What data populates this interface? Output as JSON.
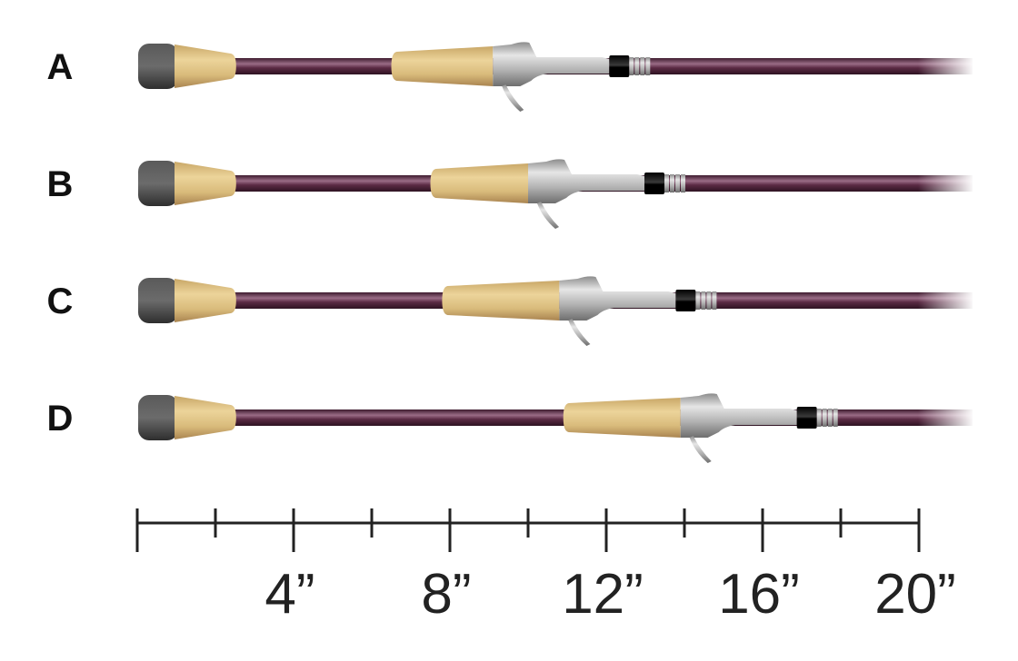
{
  "rods": [
    {
      "label": "A",
      "rear_grip_length_in": 1.6,
      "fore_grip_start_in": 6.5,
      "fore_grip_length_in": 2.6
    },
    {
      "label": "B",
      "rear_grip_length_in": 1.6,
      "fore_grip_start_in": 7.5,
      "fore_grip_length_in": 2.5
    },
    {
      "label": "C",
      "rear_grip_length_in": 1.6,
      "fore_grip_start_in": 7.8,
      "fore_grip_length_in": 3.0
    },
    {
      "label": "D",
      "rear_grip_length_in": 1.6,
      "fore_grip_start_in": 10.9,
      "fore_grip_length_in": 3.0
    }
  ],
  "scale": {
    "tick_labels": [
      "4”",
      "8”",
      "12”",
      "16”",
      "20”"
    ],
    "label_values_in": [
      4,
      8,
      12,
      16,
      20
    ],
    "max_in": 20,
    "minor_step_in": 2
  },
  "colors": {
    "blank": "#5b2a44",
    "blank_highlight": "#9a6c86",
    "cork": "#d9bb7b",
    "cork_dark": "#b8955a",
    "butt_cap": "#4d4d4d",
    "reel_seat": "#b5b5b5",
    "hood": "#111111",
    "scale": "#222222",
    "text": "#111111"
  }
}
